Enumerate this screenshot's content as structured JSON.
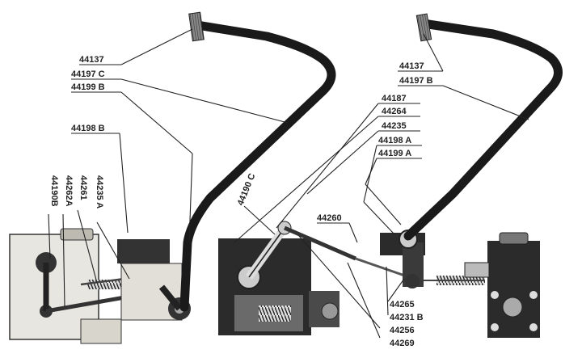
{
  "labels": {
    "l44137_left": "44137",
    "l44197C": "44197 C",
    "l44199B": "44199 B",
    "l44198B": "44198 B",
    "l44190B": "44190B",
    "l44262A": "44262A",
    "l44261": "44261",
    "l44235A": "44235 A",
    "l44190C": "44190 C",
    "l44187": "44187",
    "l44264": "44264",
    "l44235": "44235",
    "l44198A": "44198 A",
    "l44199A": "44199 A",
    "l44137_right": "44137",
    "l44197B": "44197 B",
    "l44260": "44260",
    "l44265": "44265",
    "l44231B": "44231 B",
    "l44256": "44256",
    "l44269": "44269"
  }
}
